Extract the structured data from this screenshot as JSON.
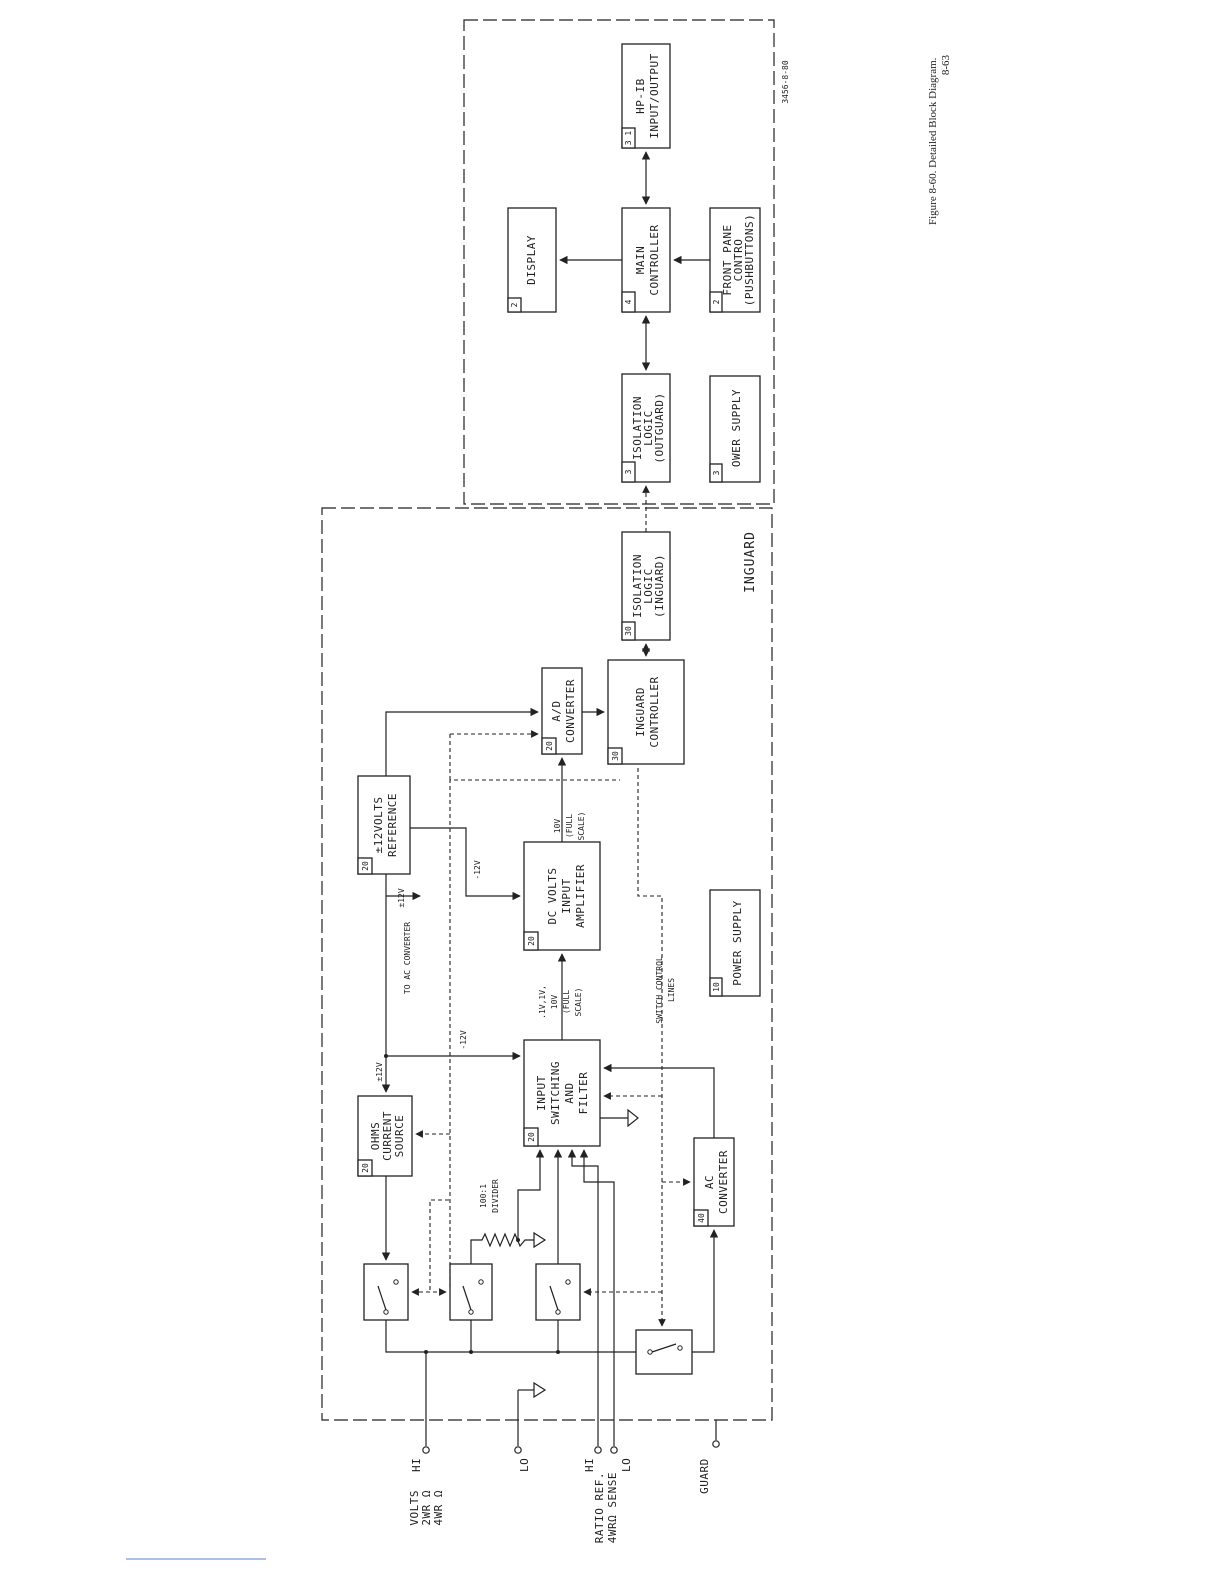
{
  "caption": {
    "figure": "Figure 8-60. Detailed Block Diagram.",
    "page": "8-63"
  },
  "drawing_number": "3456-8-80",
  "regions": {
    "inguard": "INGUARD"
  },
  "blocks": {
    "hpib": {
      "num": "3 1",
      "lines": [
        "HP-IB",
        "INPUT/OUTPUT"
      ]
    },
    "display": {
      "num": "2",
      "lines": [
        "DISPLAY"
      ]
    },
    "main_controller": {
      "num": "4",
      "lines": [
        "MAIN",
        "CONTROLLER"
      ]
    },
    "front_panel": {
      "num": "2",
      "lines": [
        "FRONT PANE",
        "CONTRO",
        "(PUSHBUTTONS)"
      ]
    },
    "iso_outguard": {
      "num": "3",
      "lines": [
        "ISOLATION",
        "LOGIC",
        "(OUTGUARD)"
      ]
    },
    "power_out": {
      "num": "3",
      "lines": [
        "OWER SUPPLY"
      ]
    },
    "iso_inguard": {
      "num": "30",
      "lines": [
        "ISOLATION",
        "LOGIC",
        "(INGUARD)"
      ]
    },
    "inguard_controller": {
      "num": "30",
      "lines": [
        "INGUARD",
        "CONTROLLER"
      ]
    },
    "ad_converter": {
      "num": "20",
      "lines": [
        "A/D",
        "CONVERTER"
      ]
    },
    "reference": {
      "num": "20",
      "lines": [
        "±12VOLTS",
        "REFERENCE"
      ]
    },
    "dc_amp": {
      "num": "20",
      "lines": [
        "DC VOLTS",
        "INPUT",
        "AMPLIFIER"
      ]
    },
    "power_in": {
      "num": "10",
      "lines": [
        "POWER SUPPLY"
      ]
    },
    "input_switching": {
      "num": "20",
      "lines": [
        "INPUT",
        "SWITCHING",
        "AND",
        "FILTER"
      ]
    },
    "ohms_source": {
      "num": "20",
      "lines": [
        "OHMS",
        "CURRENT",
        "SOURCE"
      ]
    },
    "ac_converter": {
      "num": "40",
      "lines": [
        "AC",
        "CONVERTER"
      ]
    }
  },
  "annotations": {
    "ten_v_full_scale": [
      "10V",
      "(FULL",
      "SCALE)"
    ],
    "ranges_full_scale": [
      ".1V,1V,",
      "10V",
      "(FULL",
      "SCALE)"
    ],
    "minus_12v_a": "-12V",
    "minus_12v_b": "-12V",
    "plus_12v_a": "±12V",
    "plus_12v_b": "±12V",
    "to_ac_converter": "TO AC CONVERTER",
    "switch_control": [
      "SWITCH CONTROL",
      "LINES"
    ],
    "divider": [
      "100:1",
      "DIVIDER"
    ]
  },
  "terminals": {
    "hi1": "HI",
    "lo1": "LO",
    "hi2": "HI",
    "lo2": "LO",
    "guard": "GUARD",
    "volts_group": [
      "VOLTS",
      "2WR Ω",
      "4WR Ω"
    ],
    "ratio_group": [
      "RATIO REF.",
      "4WRΩ SENSE"
    ]
  }
}
